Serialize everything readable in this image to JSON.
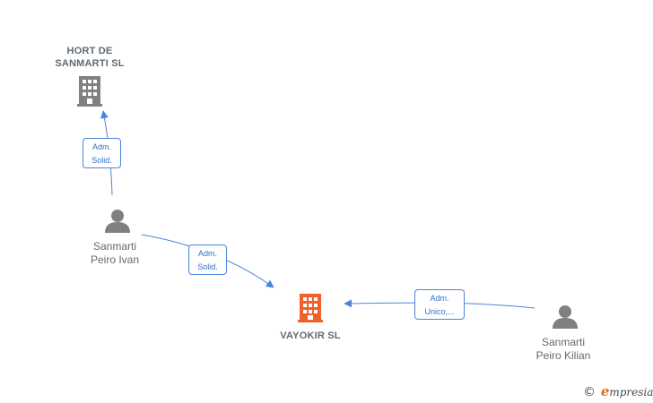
{
  "colors": {
    "edge": "#4a86d8",
    "company_main": "#f0602a",
    "company_other": "#808080",
    "person": "#808080",
    "brand_accent": "#e8661f"
  },
  "nodes": {
    "hort": {
      "line1": "HORT DE",
      "line2": "SANMARTI  SL",
      "icon": "building-icon"
    },
    "vayokir": {
      "line1": "VAYOKIR  SL",
      "icon": "building-icon"
    },
    "ivan": {
      "line1": "Sanmarti",
      "line2": "Peiro Ivan",
      "icon": "person-icon"
    },
    "kilian": {
      "line1": "Sanmarti",
      "line2": "Peiro Kilian",
      "icon": "person-icon"
    }
  },
  "relations": [
    {
      "from": "ivan",
      "to": "hort",
      "line1": "Adm.",
      "line2": "Solid."
    },
    {
      "from": "ivan",
      "to": "vayokir",
      "line1": "Adm.",
      "line2": "Solid."
    },
    {
      "from": "kilian",
      "to": "vayokir",
      "line1": "Adm.",
      "line2": "Unico,..."
    }
  ],
  "brand": {
    "copyright": "©",
    "initial": "e",
    "rest": "mpresia"
  }
}
